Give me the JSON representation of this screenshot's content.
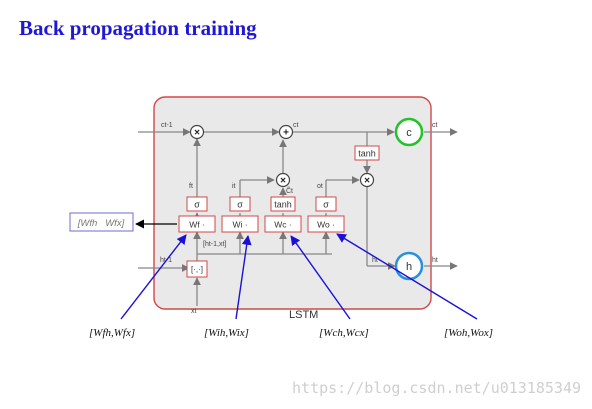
{
  "title": "Back propagation training",
  "lstm": {
    "name": "LSTM",
    "inputs": {
      "c_prev": "ct-1",
      "h_prev": "ht-1",
      "x": "xt",
      "concat": "[ht-1,xt]"
    },
    "outputs": {
      "c": "ct",
      "h": "ht",
      "c_node": "c",
      "h_node": "h"
    },
    "signals": {
      "f": "ft",
      "i": "it",
      "o": "ot",
      "c_tilde": "C̃t",
      "c_mid": "ct",
      "h_inner": "ht"
    },
    "gates": {
      "forget_act": "σ",
      "input_act": "σ",
      "cand_act": "tanh",
      "output_act": "σ",
      "out_tanh": "tanh"
    },
    "weights": {
      "f": "Wf ·",
      "i": "Wi ·",
      "c": "Wc ·",
      "o": "Wo ·"
    },
    "concat_box": "[·,·]"
  },
  "weight_labels": {
    "boxed": "[Wfh   Wfx]",
    "f": "[Wfh,Wfx]",
    "i": "[Wih,Wix]",
    "c": "[Wch,Wcx]",
    "o": "[Woh,Wox]"
  },
  "watermark": "https://blog.csdn.net/u013185349"
}
